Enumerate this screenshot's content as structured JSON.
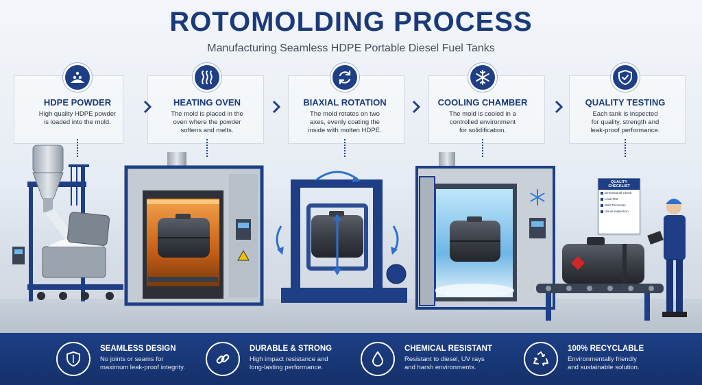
{
  "header": {
    "title": "ROTOMOLDING PROCESS",
    "subtitle": "Manufacturing Seamless HDPE Portable Diesel Fuel Tanks"
  },
  "steps": [
    {
      "title": "HDPE POWDER",
      "desc1": "High quality HDPE powder",
      "desc2": "is loaded into the mold.",
      "desc3": "",
      "icon": "powder-pile-icon"
    },
    {
      "title": "HEATING OVEN",
      "desc1": "The mold is placed in the",
      "desc2": "oven where the powder",
      "desc3": "softens and melts.",
      "icon": "heat-waves-icon"
    },
    {
      "title": "BIAXIAL ROTATION",
      "desc1": "The mold rotates on two",
      "desc2": "axes, evenly coating the",
      "desc3": "inside with molten HDPE.",
      "icon": "rotation-arrows-icon"
    },
    {
      "title": "COOLING CHAMBER",
      "desc1": "The mold is cooled in a",
      "desc2": "controlled environment",
      "desc3": "for solidification.",
      "icon": "snowflake-icon"
    },
    {
      "title": "QUALITY TESTING",
      "desc1": "Each tank is inspected",
      "desc2": "for quality, strength and",
      "desc3": "leak-proof performance.",
      "icon": "shield-check-icon"
    }
  ],
  "checklist": {
    "title1": "QUALITY",
    "title2": "CHECKLIST",
    "items": [
      "Dimensional Check",
      "Leak Test",
      "Wall Thickness",
      "Visual Inspection"
    ]
  },
  "features": [
    {
      "title": "SEAMLESS DESIGN",
      "desc1": "No joints or seams for",
      "desc2": "maximum leak-proof integrity.",
      "icon": "shield-icon"
    },
    {
      "title": "DURABLE & STRONG",
      "desc1": "High impact resistance and",
      "desc2": "long-lasting performance.",
      "icon": "chain-link-icon"
    },
    {
      "title": "CHEMICAL RESISTANT",
      "desc1": "Resistant to diesel, UV rays",
      "desc2": "and harsh environments.",
      "icon": "droplet-icon"
    },
    {
      "title": "100% RECYCLABLE",
      "desc1": "Environmentally friendly",
      "desc2": "and sustainable solution.",
      "icon": "recycle-icon"
    }
  ],
  "colors": {
    "navy": "#1e3f86",
    "dark_navy": "#15306a",
    "oven_glow": "#e07a1f",
    "cooling_blue": "#7fc4ef",
    "tank_gray": "#3c4048"
  }
}
